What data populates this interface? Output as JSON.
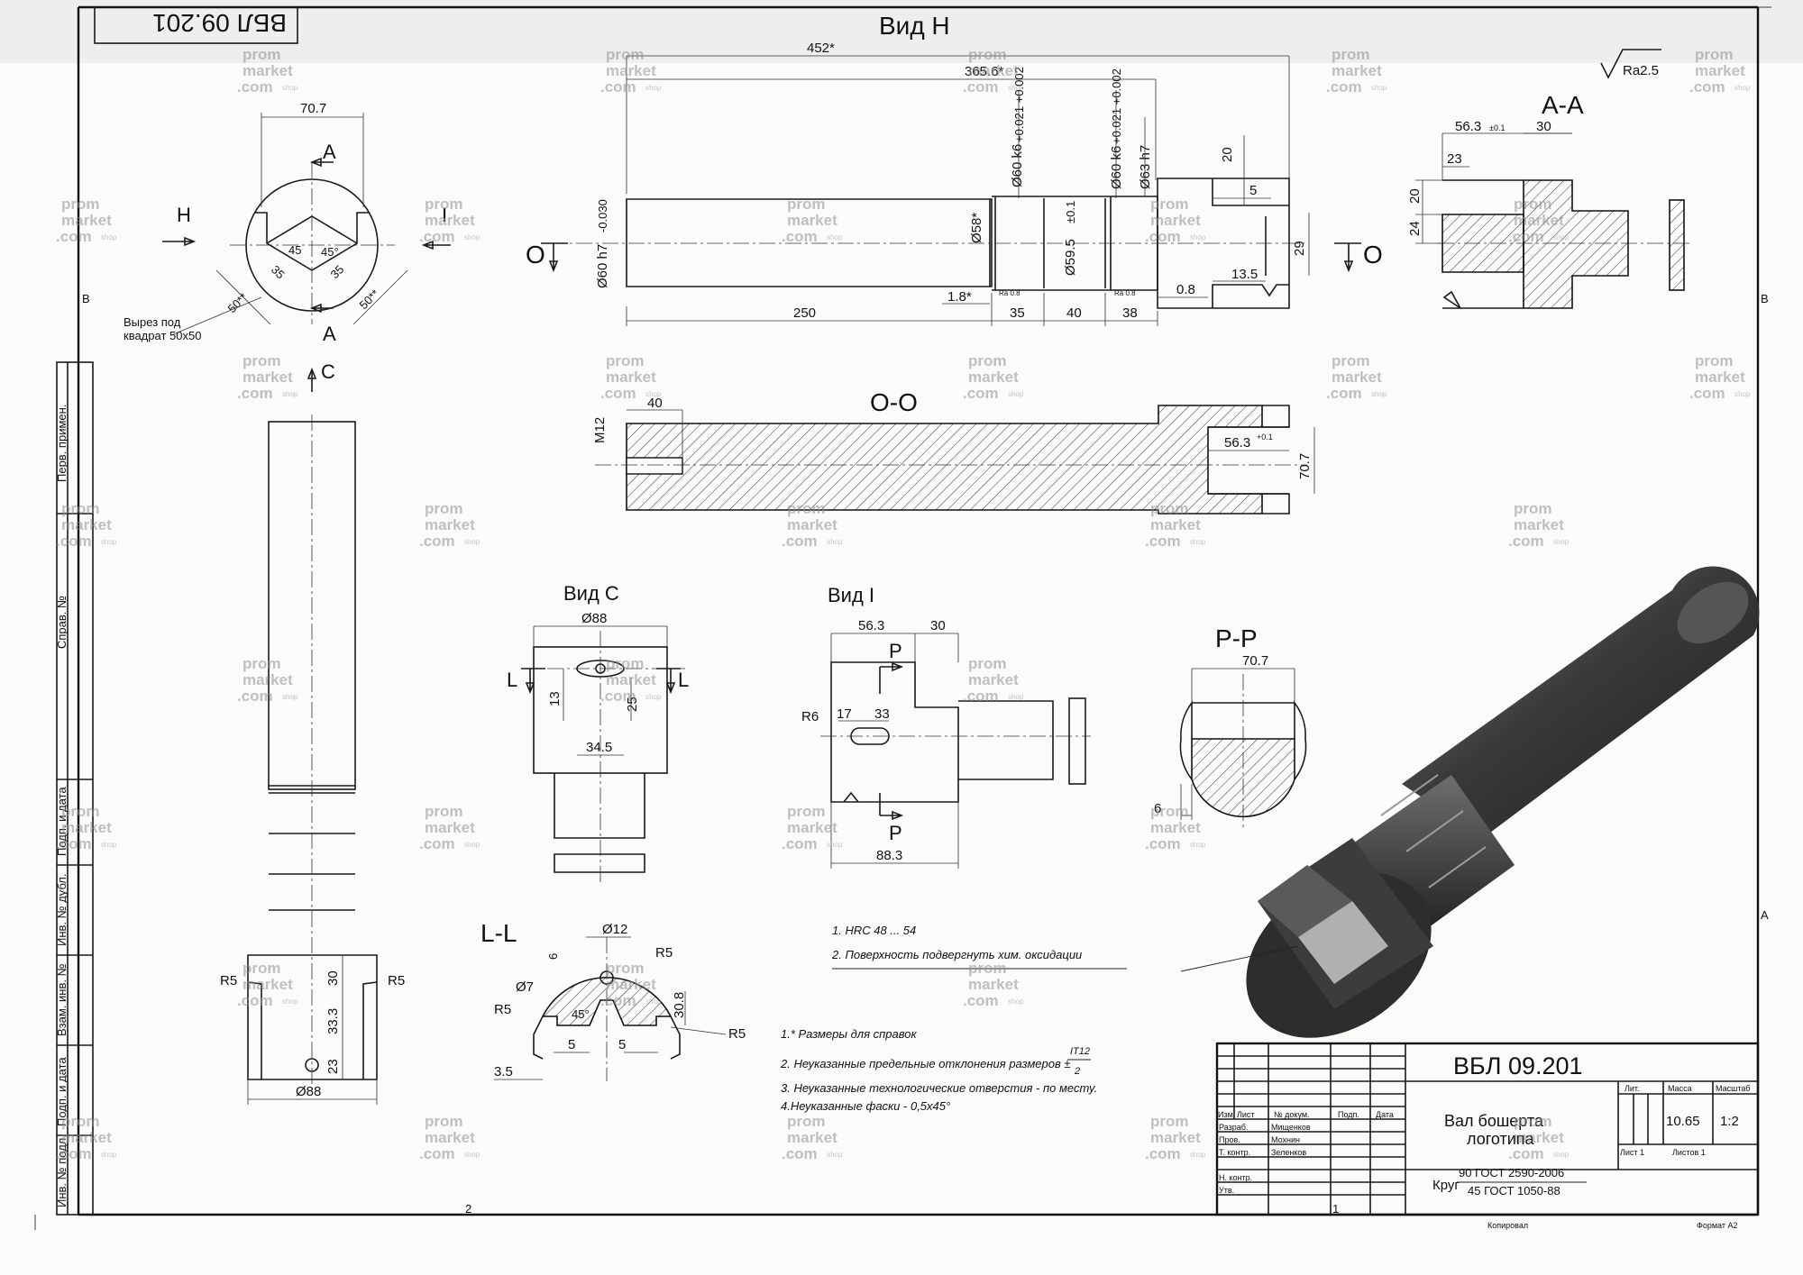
{
  "stamp_code_rotated": "ВБЛ 09.201",
  "title_block": {
    "code": "ВБЛ 09.201",
    "name_line1": "Вал бошерта",
    "name_line2": "логотипа",
    "material_prefix": "Круг",
    "material_line1": "90 ГОСТ 2590-2006",
    "material_line2": "45 ГОСТ 1050-88",
    "mass": "10.65",
    "scale": "1:2",
    "sheet": "Лист 1",
    "sheets": "Листов 1",
    "headers": {
      "izm": "Изм.",
      "list": "Лист",
      "doc": "№ докум.",
      "sign": "Подп.",
      "date": "Дата",
      "lit": "Лит.",
      "mass": "Масса",
      "scale": "Масштаб"
    },
    "roles": [
      {
        "role": "Разраб.",
        "name": "Мищенков"
      },
      {
        "role": "Пров.",
        "name": "Мохнин"
      },
      {
        "role": "Т. контр.",
        "name": "Зеленков"
      },
      {
        "role": "",
        "name": ""
      },
      {
        "role": "Н. контр.",
        "name": ""
      },
      {
        "role": "Утв.",
        "name": ""
      }
    ],
    "copied": "Копировал",
    "format": "Формат A2"
  },
  "left_strip": [
    "Перв. примен.",
    "Справ. №",
    "Подп. и дата",
    "Инв. № дубл.",
    "Взам. инв. №",
    "Подп. и дата",
    "Инв. № подл."
  ],
  "zone_marks": {
    "B_left": "B",
    "B_right": "B",
    "A_right": "A",
    "col2": "2",
    "col1": "1"
  },
  "roughness": "Ra2.5",
  "views": {
    "vid_h": "Вид Н",
    "aa": "А-А",
    "oo": "О-О",
    "vid_c": "Вид С",
    "vid_i": "Вид I",
    "pp": "Р-Р",
    "ll": "L-L"
  },
  "dims": {
    "d452": "452*",
    "d365": "365.6*",
    "d250": "250",
    "d35": "35",
    "d40": "40",
    "d38": "38",
    "d1_8": "1.8*",
    "d0_8": "0.8",
    "d13_5": "13.5",
    "d20": "20",
    "d5": "5",
    "d29": "29",
    "dia60h7": "Ø60 h7",
    "dia60h7_tol": "-0.030",
    "dia58": "Ø58*",
    "dia60k6a": "Ø60 k6",
    "dia60k6a_tol": "+0.021 +0.002",
    "dia59_5": "Ø59.5",
    "dia59_5_tol": "±0.1",
    "dia60k6b": "Ø60 k6",
    "dia60k6b_tol": "+0.021 +0.002",
    "dia63h7": "Ø63 h7",
    "ra_small": "Ra 0.8",
    "o_letter": "O",
    "a70_7": "70.7",
    "a45a": "45",
    "a45b": "45°",
    "a35a": "35",
    "a35b": "35",
    "a50a": "50**",
    "a50b": "50**",
    "a_letter": "А",
    "h_letter": "Н",
    "i_letter": "I",
    "c_letter": "С",
    "cut_note1": "Вырез под",
    "cut_note2": "квадрат 50х50",
    "aa56": "56.3",
    "aa56_tol": "±0.1",
    "aa30": "30",
    "aa23": "23",
    "aa20": "20",
    "aa24": "24",
    "m12": "М12",
    "oo40": "40",
    "oo56": "56.3",
    "oo56_tol": "+0.1",
    "oo70": "70.7",
    "side_r5a": "R5",
    "side_r5b": "R5",
    "side_30": "30",
    "side_33": "33.3",
    "side_23": "23",
    "side_d88": "Ø88",
    "vc_d88": "Ø88",
    "vc_13": "13",
    "vc_25": "25",
    "vc_34": "34.5",
    "l_letter": "L",
    "vi56": "56.3",
    "vi30": "30",
    "vi_r6": "R6",
    "vi17": "17",
    "vi33": "33",
    "vi88": "88.3",
    "p_letter": "Р",
    "pp70": "70.7",
    "pp6": "6",
    "ll_d12": "Ø12",
    "ll_r5a": "R5",
    "ll_r5b": "R5",
    "ll_r5c": "R5",
    "ll_d7": "Ø7",
    "ll_6": "6",
    "ll_45": "45°",
    "ll_30": "30.8",
    "ll_5a": "5",
    "ll_5b": "5",
    "ll_3_5": "3.5"
  },
  "notes_hw": [
    "1. HRC 48 ... 54",
    "2. Поверхность подвергнуть хим. оксидации"
  ],
  "notes_general": [
    "1.* Размеры для справок",
    "2. Неуказанные предельные отклонения размеров ±",
    "3. Неуказанные технологические отверстия - по месту.",
    "4.Неуказанные фаски - 0,5х45°"
  ],
  "it12_num": "IT12",
  "it12_den": "2",
  "watermark": {
    "l1": "prom",
    "l2": "market",
    "l3": ".com",
    "shop": "shop"
  }
}
